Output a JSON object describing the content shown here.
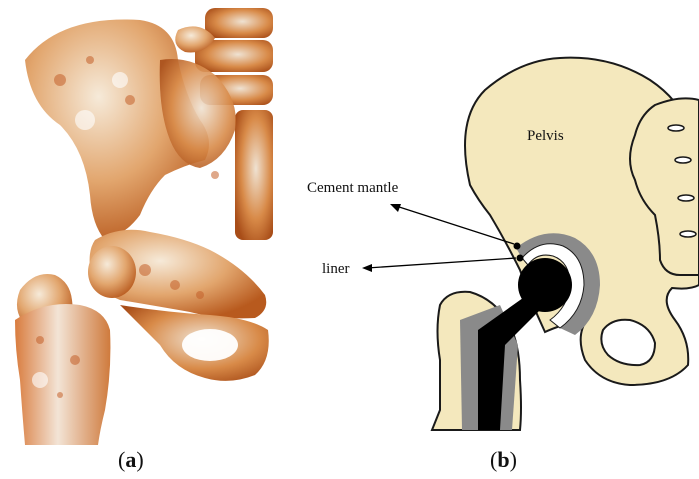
{
  "panels": [
    {
      "id": "a",
      "caption_open": "(",
      "caption_letter": "a",
      "caption_close": ")"
    },
    {
      "id": "b",
      "caption_open": "(",
      "caption_letter": "b",
      "caption_close": ")"
    }
  ],
  "labels": {
    "pelvis": "Pelvis",
    "cement_mantle": "Cement mantle",
    "liner": "liner"
  },
  "colors": {
    "bone_fill": "#f4e8bd",
    "bone_outline": "#1a1a1a",
    "cement": "#8a8a8a",
    "implant": "#000000",
    "ct_orange": "#d9772e",
    "ct_light": "#ecd9c4"
  }
}
